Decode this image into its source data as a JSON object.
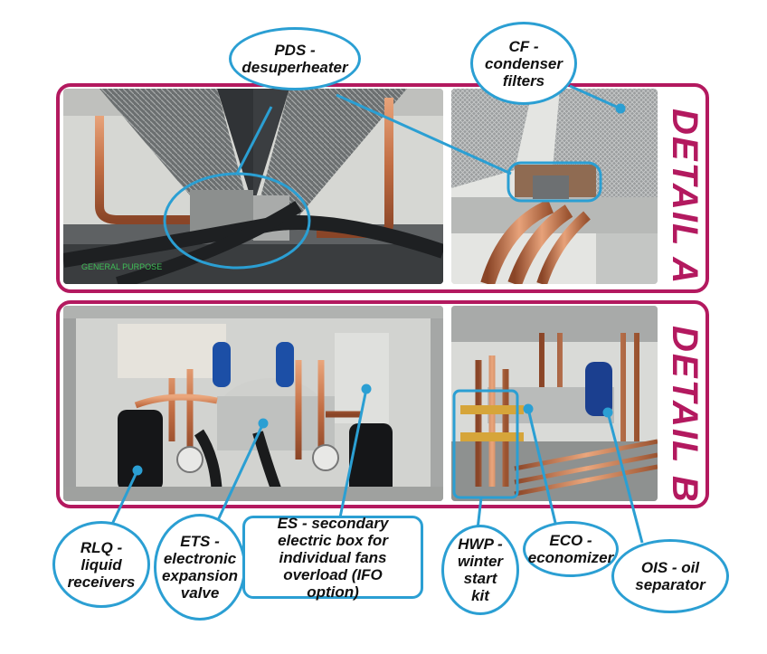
{
  "details": {
    "a_label": "DETAIL A",
    "b_label": "DETAIL B"
  },
  "callouts": {
    "pds": "PDS - desuperheater",
    "cf": "CF - condenser filters",
    "rlq": "RLQ - liquid receivers",
    "ets": "ETS - electronic expansion valve",
    "es": "ES - secondary electric box for individual fans overload (IFO option)",
    "hwp": "HWP - winter start kit",
    "eco": "ECO - economizer",
    "ois": "OIS - oil separator"
  },
  "colors": {
    "frame": "#b3195f",
    "callout_border": "#2b9fd3",
    "leader": "#2b9fd3"
  }
}
